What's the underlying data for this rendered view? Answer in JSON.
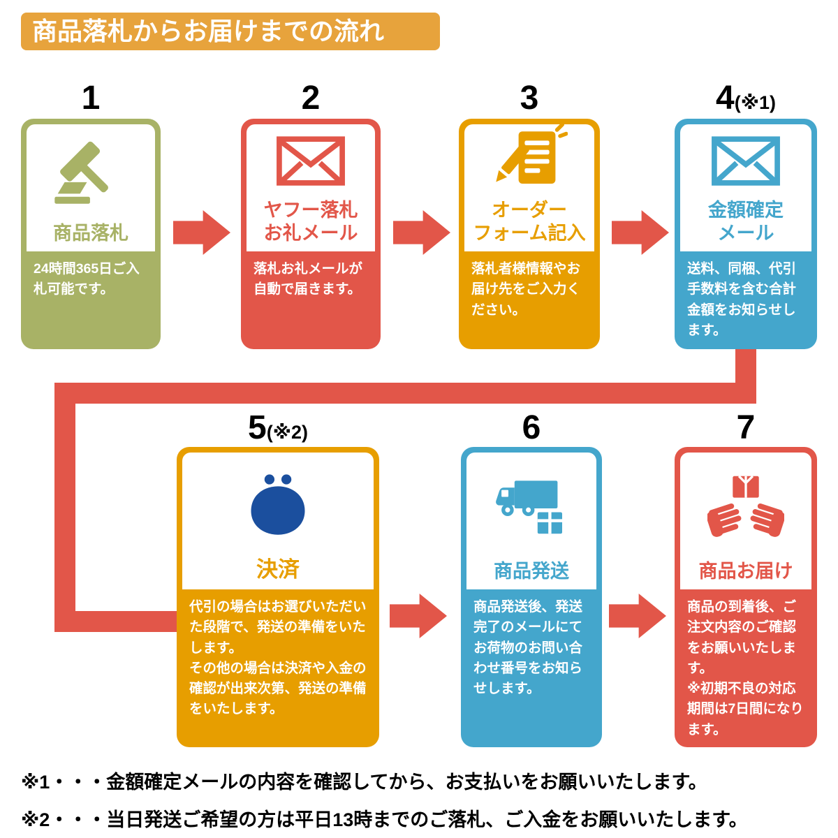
{
  "title": "商品落札からお届けまでの流れ",
  "colors": {
    "banner_orange": "#E7A33C",
    "step_olive": "#A8B266",
    "step_red": "#E25649",
    "step_orange": "#E79E00",
    "step_blue": "#44A6CC",
    "purse_navy": "#1B4F9E",
    "arrow_red": "#E25649",
    "text_black": "#000000"
  },
  "steps": [
    {
      "number": "1",
      "label": "商品落札",
      "desc": "24時間365日ご入札可能です。",
      "icon": "gavel-icon",
      "color": "#A8B266"
    },
    {
      "number": "2",
      "label": "ヤフー落札\nお礼メール",
      "desc": "落札お礼メールが自動で届きます。",
      "icon": "envelope-icon",
      "color": "#E25649"
    },
    {
      "number": "3",
      "label": "オーダー\nフォーム記入",
      "desc": "落札者様情報やお届け先をご入力ください。",
      "icon": "pencil-form-icon",
      "color": "#E79E00"
    },
    {
      "number": "4",
      "number_note": "(※1)",
      "label": "金額確定\nメール",
      "desc": "送料、同梱、代引手数料を含む合計金額をお知らせします。",
      "icon": "envelope-icon",
      "color": "#44A6CC"
    },
    {
      "number": "5",
      "number_note": "(※2)",
      "label": "決済",
      "desc": "代引の場合はお選びいただいた段階で、発送の準備をいたします。\nその他の場合は決済や入金の確認が出来次第、発送の準備をいたします。",
      "icon": "coin-purse-icon",
      "color": "#E79E00"
    },
    {
      "number": "6",
      "label": "商品発送",
      "desc": "商品発送後、発送完了のメールにてお荷物のお問い合わせ番号をお知らせします。",
      "icon": "delivery-truck-icon",
      "color": "#44A6CC"
    },
    {
      "number": "7",
      "label": "商品お届け",
      "desc": "商品の到着後、ご注文内容のご確認をお願いいたします。\n※初期不良の対応期間は7日間になります。",
      "icon": "hands-package-icon",
      "color": "#E25649"
    }
  ],
  "notes": [
    "※1・・・金額確定メールの内容を確認してから、お支払いをお願いいたします。",
    "※2・・・当日発送ご希望の方は平日13時までのご落札、ご入金をお願いいたします。"
  ]
}
